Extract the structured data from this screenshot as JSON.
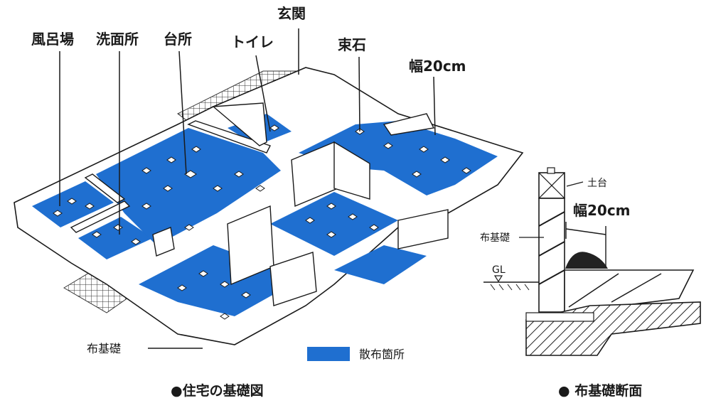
{
  "labels": {
    "bath": "風呂場",
    "washroom": "洗面所",
    "kitchen": "台所",
    "toilet": "トイレ",
    "entrance": "玄関",
    "tsukaishi": "束石",
    "width_main": "幅20cm",
    "nunokiso_main": "布基礎",
    "legend_text": "散布箇所",
    "dodai": "土台",
    "width_section": "幅20cm",
    "nunokiso_section": "布基礎",
    "gl": "GL"
  },
  "captions": {
    "left": "●住宅の基礎図",
    "right": "● 布基礎断面"
  },
  "colors": {
    "spray_area": "#1f6fd0",
    "wall_fill": "#ffffff",
    "line": "#1a1a1a"
  }
}
